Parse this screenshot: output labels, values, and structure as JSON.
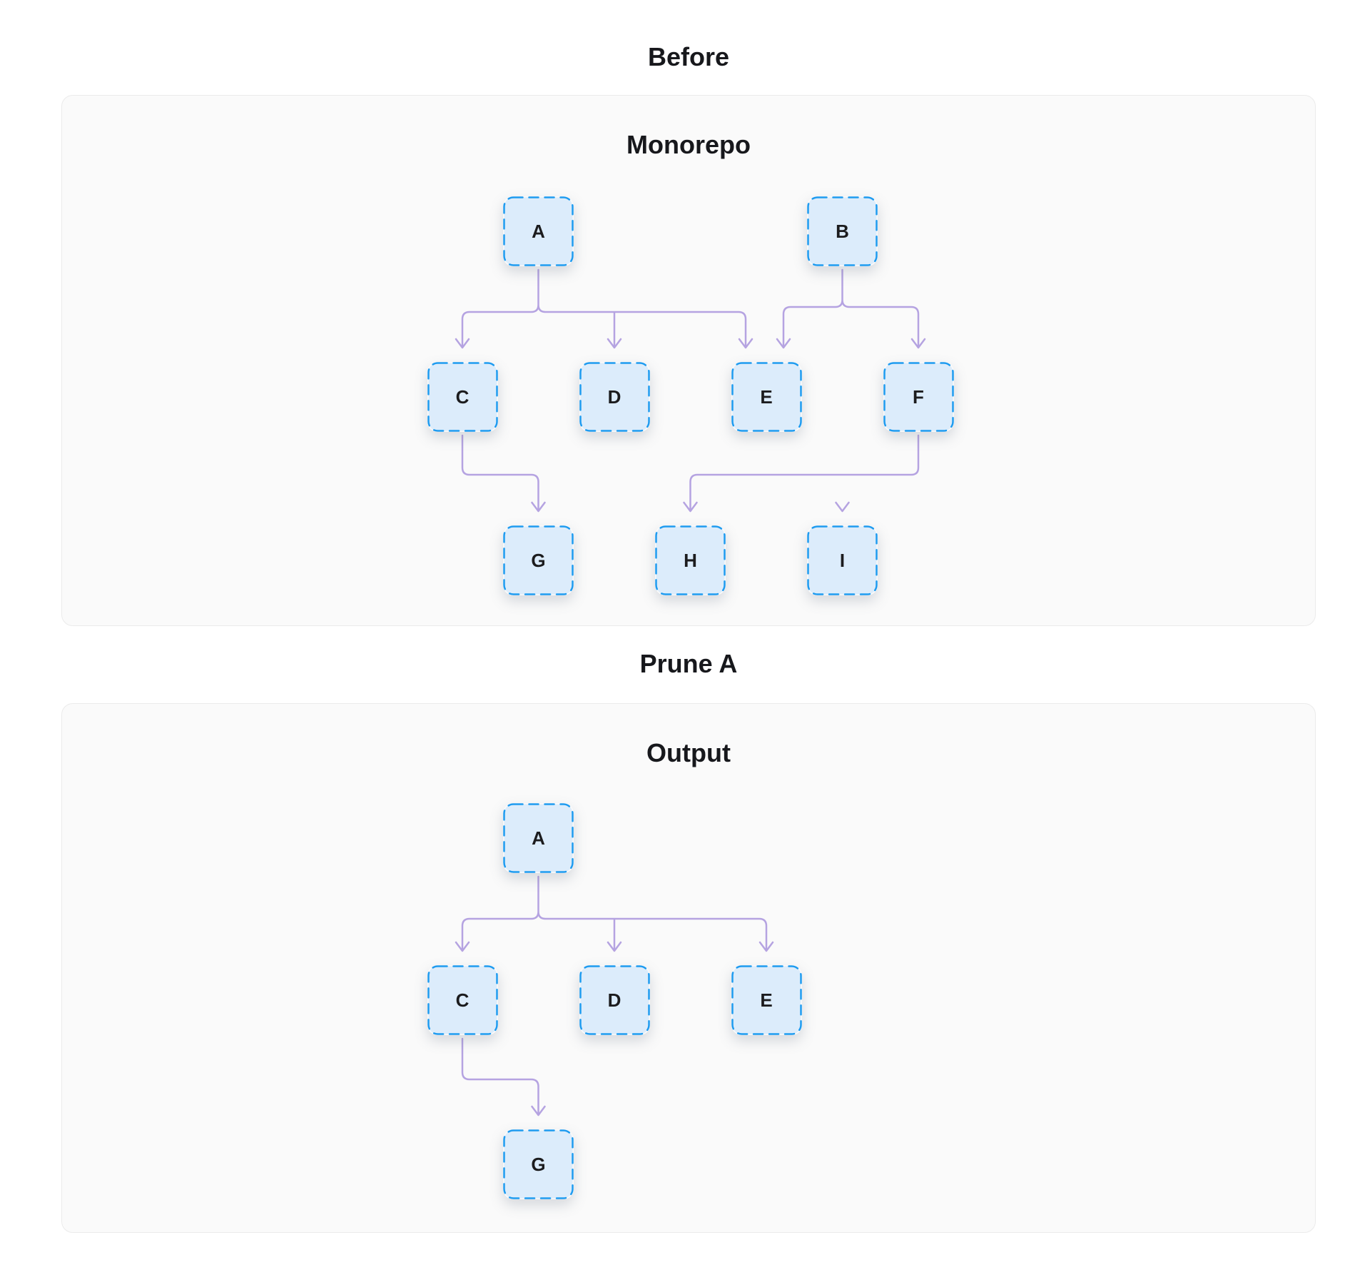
{
  "sections": [
    {
      "title": "Before",
      "panel": {
        "title": "Monorepo",
        "nodes": [
          {
            "id": "A",
            "label": "A"
          },
          {
            "id": "B",
            "label": "B"
          },
          {
            "id": "C",
            "label": "C"
          },
          {
            "id": "D",
            "label": "D"
          },
          {
            "id": "E",
            "label": "E"
          },
          {
            "id": "F",
            "label": "F"
          },
          {
            "id": "G",
            "label": "G"
          },
          {
            "id": "H",
            "label": "H"
          },
          {
            "id": "I",
            "label": "I"
          }
        ],
        "edges": [
          {
            "from": "A",
            "to": "C"
          },
          {
            "from": "A",
            "to": "D"
          },
          {
            "from": "A",
            "to": "E"
          },
          {
            "from": "B",
            "to": "E"
          },
          {
            "from": "B",
            "to": "F"
          },
          {
            "from": "C",
            "to": "G"
          },
          {
            "from": "F",
            "to": "H"
          },
          {
            "from": "F",
            "to": "I"
          }
        ]
      }
    },
    {
      "title": "Prune A",
      "panel": {
        "title": "Output",
        "nodes": [
          {
            "id": "A",
            "label": "A"
          },
          {
            "id": "C",
            "label": "C"
          },
          {
            "id": "D",
            "label": "D"
          },
          {
            "id": "E",
            "label": "E"
          },
          {
            "id": "G",
            "label": "G"
          }
        ],
        "edges": [
          {
            "from": "A",
            "to": "C"
          },
          {
            "from": "A",
            "to": "D"
          },
          {
            "from": "A",
            "to": "E"
          },
          {
            "from": "C",
            "to": "G"
          }
        ]
      }
    }
  ],
  "colors": {
    "node_fill": "#dcecfb",
    "node_border": "#1e9bf0",
    "edge": "#b5a3e1",
    "panel_bg": "#fafafa",
    "panel_border": "#ebebeb",
    "text": "#17181c"
  }
}
